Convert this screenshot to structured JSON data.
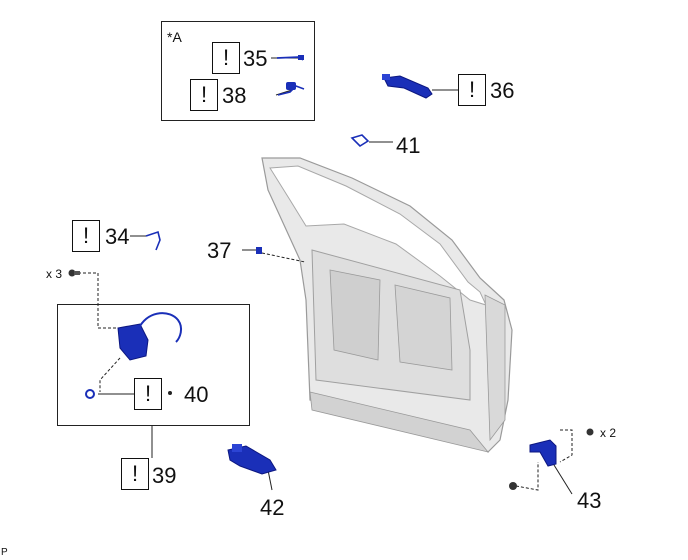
{
  "diagram": {
    "variant_label": "*A",
    "callout_mark": "!",
    "parts": [
      {
        "number": "34"
      },
      {
        "number": "35"
      },
      {
        "number": "36"
      },
      {
        "number": "37"
      },
      {
        "number": "38"
      },
      {
        "number": "39"
      },
      {
        "number": "40"
      },
      {
        "number": "41"
      },
      {
        "number": "42"
      },
      {
        "number": "43"
      }
    ],
    "quantities": {
      "screws_lock": "x 3",
      "nuts_hinge": "x 2"
    },
    "corner_code": "P",
    "colors": {
      "part_blue": "#1a2fb8",
      "door_gray": "#c8c8c8",
      "line": "#222222"
    }
  }
}
